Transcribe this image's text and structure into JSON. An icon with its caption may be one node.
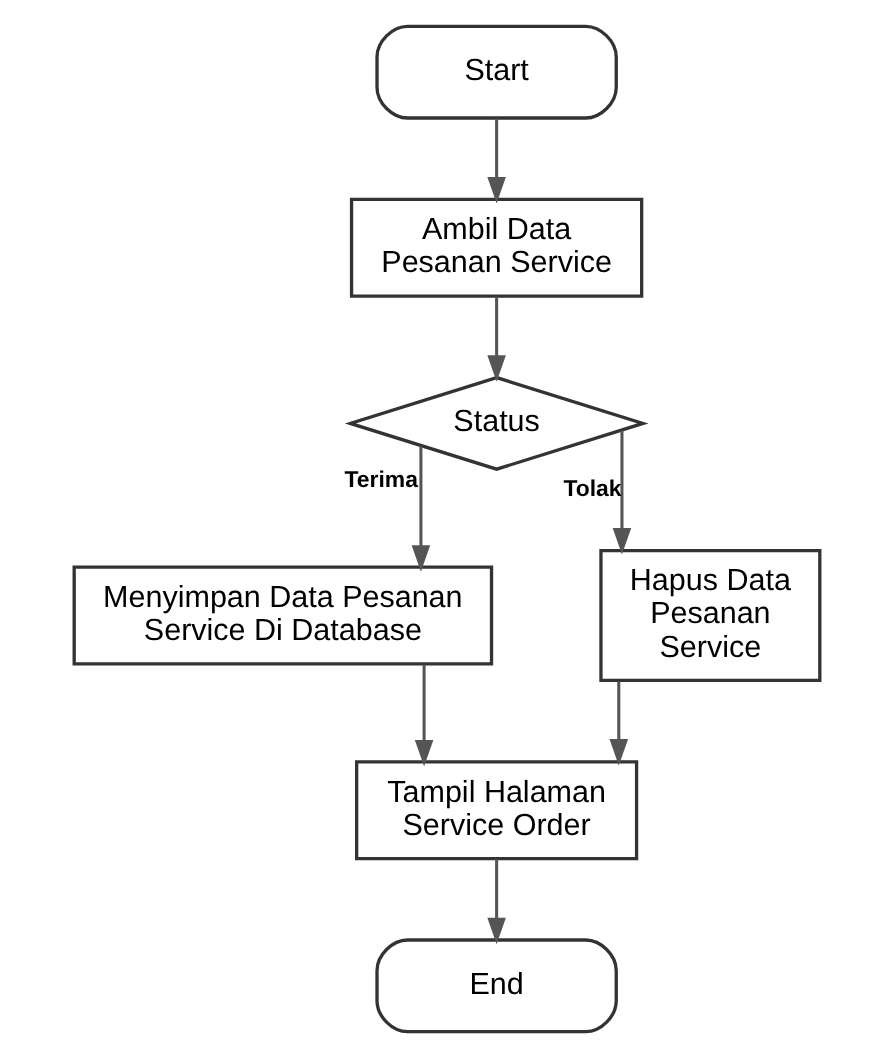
{
  "diagram": {
    "nodes": [
      {
        "text": [
          "Start"
        ]
      },
      {
        "text": [
          "Ambil Data Pesanan Service"
        ]
      },
      {
        "text": [
          "Status"
        ]
      },
      {
        "text": [
          "Menyimpan Data Pesanan Service Di Database"
        ]
      },
      {
        "text": [
          "Hapus Data Pesanan Service"
        ]
      },
      {
        "text": [
          "Tampil Halaman Service Order"
        ]
      },
      {
        "text": [
          "End"
        ]
      }
    ],
    "edges": [
      {
        "from": 0,
        "to": 1,
        "arrow": "to"
      },
      {
        "from": 1,
        "to": 2,
        "arrow": "to"
      },
      {
        "from": 2,
        "to": 3,
        "arrow": "to",
        "label": "Terima"
      },
      {
        "from": 2,
        "to": 4,
        "arrow": "to",
        "label": "Tolak"
      },
      {
        "from": 3,
        "to": 5,
        "arrow": "to"
      },
      {
        "from": 4,
        "to": 5,
        "arrow": "to"
      },
      {
        "from": 5,
        "to": 6,
        "arrow": "to"
      }
    ]
  }
}
